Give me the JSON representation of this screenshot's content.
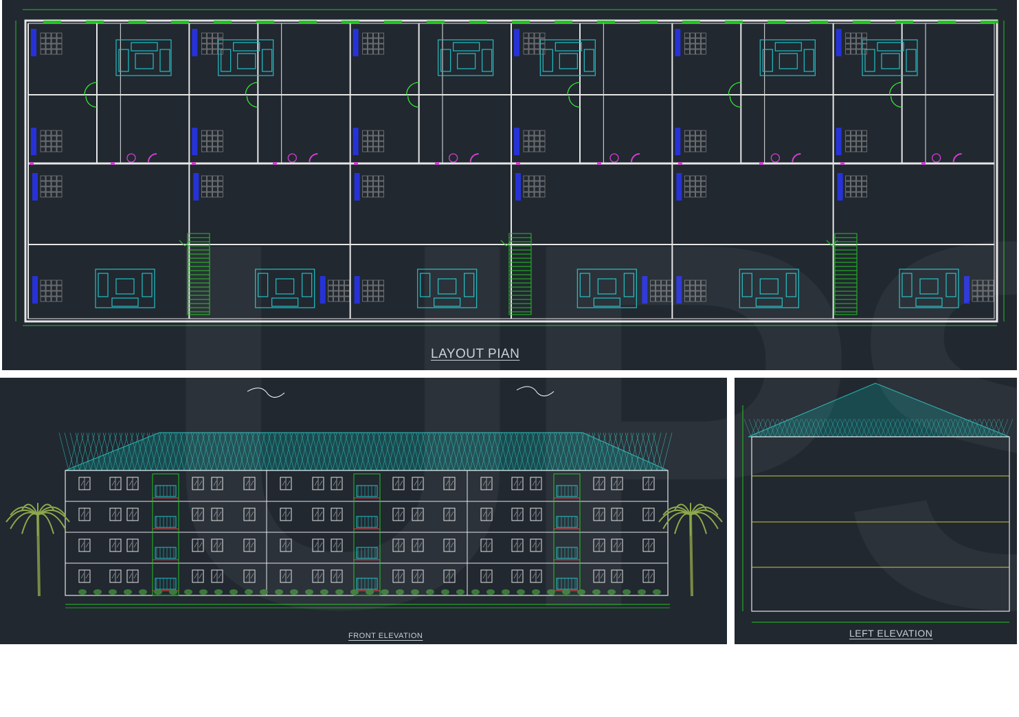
{
  "drawing": {
    "plan_title": "LAYOUT PIAN",
    "front_title": "FRONT ELEVATION",
    "left_title": "LEFT ELEVATION",
    "watermark": "UPS"
  },
  "colors": {
    "background": "#212830",
    "walls": "#e6e6e6",
    "dimensions": "#22c322",
    "furniture": "#1fc1c7",
    "beds": "#2632d8",
    "doors": "#37e637",
    "fixtures": "#d23fd2",
    "roof": "#2ba8a8",
    "floor_lines": "#c8c83a"
  },
  "building": {
    "front_floors": 4,
    "left_floors": 4,
    "stair_cores": 3,
    "plan_modules": 6
  }
}
